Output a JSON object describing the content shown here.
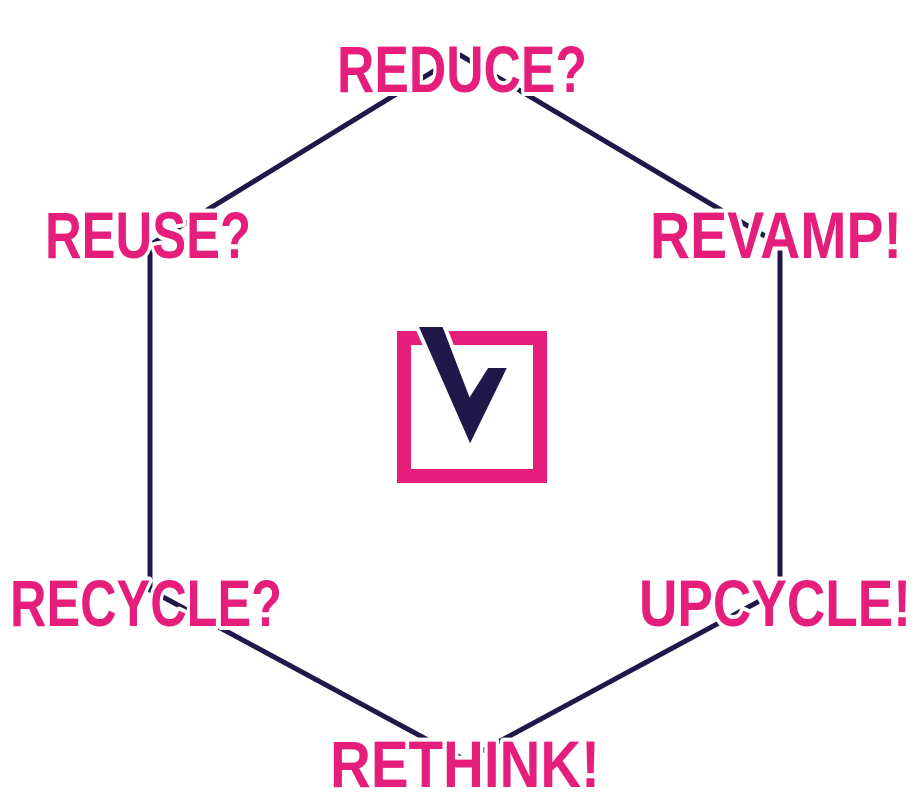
{
  "colors": {
    "accent": "#e51e7c",
    "line": "#1f1848",
    "background": "#ffffff"
  },
  "labels": {
    "reduce": "REDUCE?",
    "revamp": "REVAMP!",
    "upcycle": "UPCYCLE!",
    "rethink": "RETHINK!",
    "recycle": "RECYCLE?",
    "reuse": "REUSE?"
  },
  "center_logo": {
    "icon": "v-checkbox-logo-icon"
  }
}
